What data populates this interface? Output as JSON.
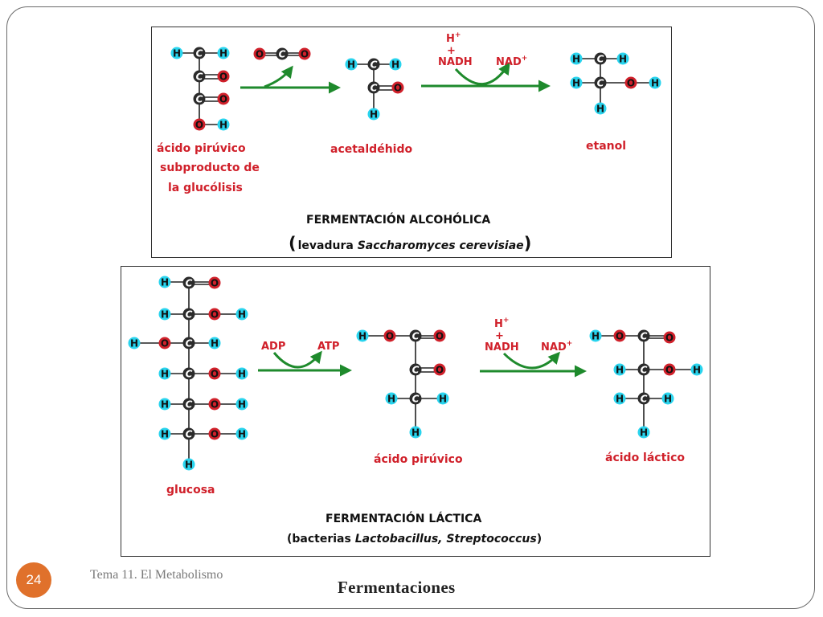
{
  "atoms": {
    "H": "H",
    "C": "C",
    "O": "O"
  },
  "colors": {
    "hydrogen": "#29d4ee",
    "carbon": "#2b2b2b",
    "oxygen": "#d0202a",
    "arrow": "#1e8a2c",
    "red_text": "#d0202a"
  },
  "panel_top": {
    "label_pyruvic_1": "ácido pirúvico",
    "label_pyruvic_2": "subproducto de",
    "label_pyruvic_3": "la glucólisis",
    "label_acetaldehyde": "acetaldéhido",
    "label_ethanol": "etanol",
    "cofactor_h": "H",
    "cofactor_plus": "+",
    "cofactor_nadh": "NADH",
    "cofactor_nad": "NAD",
    "title": "FERMENTACIÓN ALCOHÓLICA",
    "subtitle_paren_open": "(",
    "subtitle_prefix": "levadura ",
    "subtitle_italic": "Saccharomyces cerevisiae",
    "subtitle_paren_close": ")"
  },
  "panel_bottom": {
    "label_glucose": "glucosa",
    "label_pyruvic": "ácido pirúvico",
    "label_lactic": "ácido láctico",
    "cofactor_adp": "ADP",
    "cofactor_atp": "ATP",
    "cofactor_h": "H",
    "cofactor_plus": "+",
    "cofactor_nadh": "NADH",
    "cofactor_nad": "NAD",
    "title": "FERMENTACIÓN LÁCTICA",
    "subtitle_prefix": "(bacterias ",
    "subtitle_italic": "Lactobacillus, Streptococcus",
    "subtitle_suffix": ")"
  },
  "footer": {
    "page_number": "24",
    "course": "Tema 11. El Metabolismo",
    "slide_title": "Fermentaciones"
  }
}
